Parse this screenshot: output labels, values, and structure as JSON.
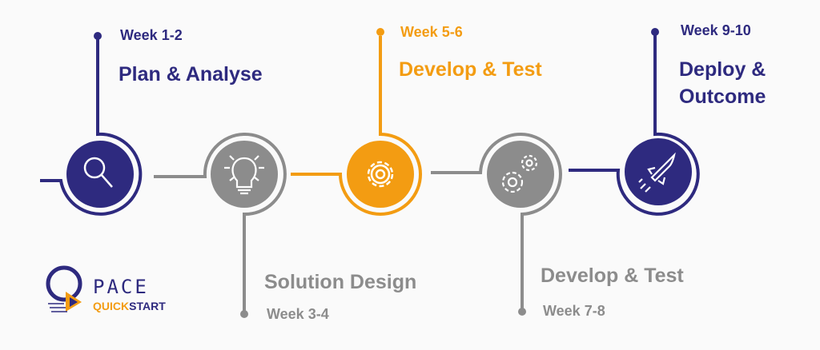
{
  "colors": {
    "navy": "#2e2a7f",
    "gray": "#8c8c8c",
    "orange": "#f39c12"
  },
  "steps": [
    {
      "week": "Week 1-2",
      "title": "Plan & Analyse",
      "icon": "magnifier-icon"
    },
    {
      "week": "Week 3-4",
      "title": "Solution Design",
      "icon": "lightbulb-icon"
    },
    {
      "week": "Week 5-6",
      "title": "Develop & Test",
      "icon": "gear-icon"
    },
    {
      "week": "Week 7-8",
      "title": "Develop & Test",
      "icon": "gears-icon"
    },
    {
      "week": "Week 9-10",
      "title_line1": "Deploy &",
      "title_line2": "Outcome",
      "icon": "rocket-icon"
    }
  ],
  "logo": {
    "name": "PACE",
    "sub_a": "QUICK",
    "sub_b": "START"
  }
}
